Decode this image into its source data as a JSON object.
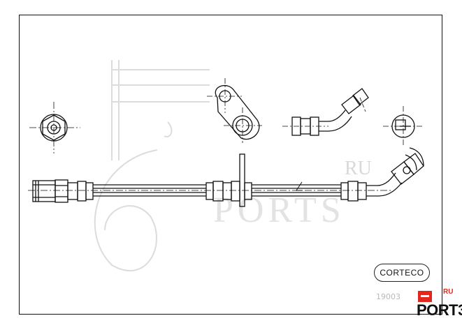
{
  "brand": {
    "name": "CORTECO"
  },
  "part_number": "19003",
  "watermark": {
    "ru": "RU",
    "ports": "PORTS"
  },
  "corner_logo": {
    "ru": "RU",
    "text": "PORT3",
    "accent": "#e0281e"
  },
  "colors": {
    "line": "#111111",
    "watermark": "#dcdcdc"
  }
}
